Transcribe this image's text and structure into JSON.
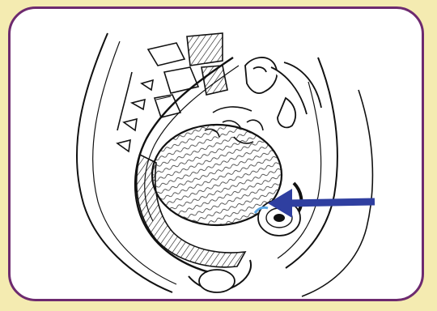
{
  "figure": {
    "background_color": "#f4ebb1",
    "frame_border_color": "#6d2a6f",
    "panel_color": "#ffffff",
    "line_color": "#111111",
    "arrow_color": "#2f3fa0",
    "highlight_color": "#5aa7e6",
    "parts": [
      "pelvis-sagittal-section",
      "sacrum-vertebrae",
      "fetal-head",
      "fetal-hand",
      "bladder",
      "rectum",
      "pointer-arrow"
    ]
  }
}
